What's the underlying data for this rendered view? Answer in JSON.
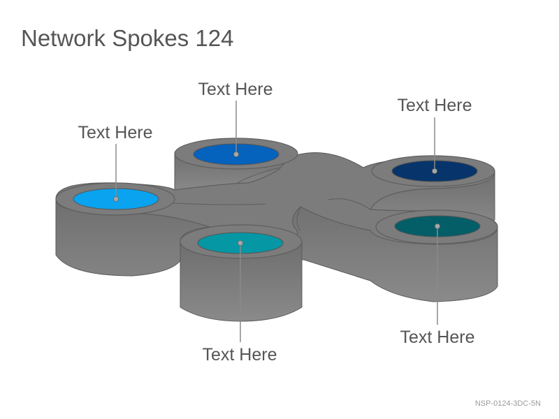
{
  "title": "Network Spokes 124",
  "code": "NSP-0124-3DC-5N",
  "body_color": "#7a7a7a",
  "nodes": [
    {
      "label": "Text Here",
      "color": "#0aa3ef"
    },
    {
      "label": "Text Here",
      "color": "#0562bd"
    },
    {
      "label": "Text Here",
      "color": "#07356b"
    },
    {
      "label": "Text Here",
      "color": "#0597a4"
    },
    {
      "label": "Text Here",
      "color": "#045e68"
    }
  ]
}
